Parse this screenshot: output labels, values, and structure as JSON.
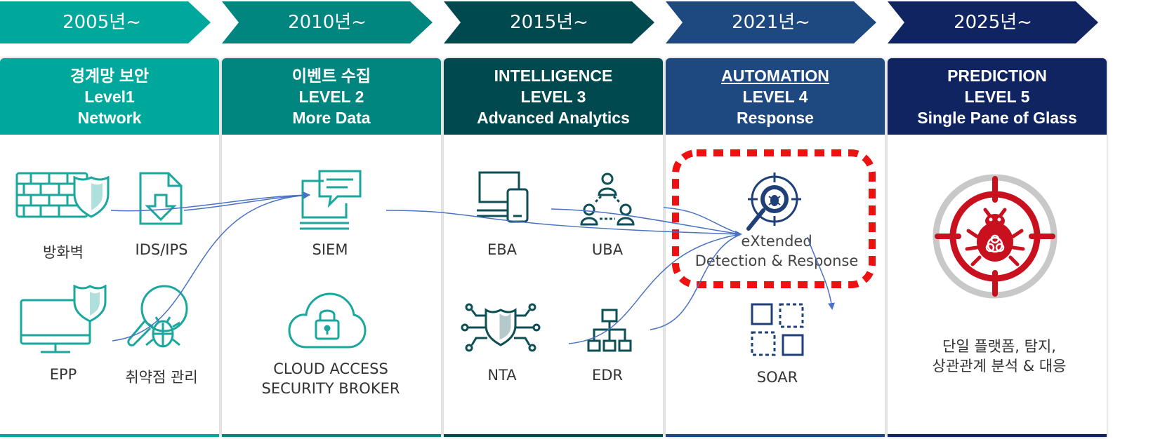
{
  "eras": [
    {
      "label": "2005년~",
      "color": "#00a89c"
    },
    {
      "label": "2010년~",
      "color": "#00857f"
    },
    {
      "label": "2015년~",
      "color": "#00494f"
    },
    {
      "label": "2021년~",
      "color": "#1e4880"
    },
    {
      "label": "2025년~",
      "color": "#0f2460"
    }
  ],
  "columns": [
    {
      "head": [
        "경계망 보안",
        "Level1",
        "Network"
      ],
      "color": "#00a89c"
    },
    {
      "head": [
        "이벤트 수집",
        "LEVEL 2",
        "More Data"
      ],
      "color": "#00857f"
    },
    {
      "head": [
        "INTELLIGENCE",
        "LEVEL 3",
        "Advanced Analytics"
      ],
      "color": "#00494f"
    },
    {
      "head": [
        "AUTOMATION",
        "LEVEL 4",
        "Response"
      ],
      "color": "#1e4880"
    },
    {
      "head": [
        "PREDICTION",
        "LEVEL 5",
        "Single Pane of Glass"
      ],
      "color": "#0f2460"
    }
  ],
  "items": {
    "firewall": "방화벽",
    "ids_ips": "IDS/IPS",
    "epp": "EPP",
    "vuln": "취약점 관리",
    "siem": "SIEM",
    "casb": [
      "CLOUD ACCESS",
      "SECURITY BROKER"
    ],
    "eba": "EBA",
    "uba": "UBA",
    "nta": "NTA",
    "edr": "EDR",
    "xdr": [
      "eXtended",
      "Detection & Response"
    ],
    "soar": "SOAR",
    "prediction": [
      "단일 플랫폼, 탐지,",
      "상관관계 분석   & 대응"
    ]
  },
  "colors": {
    "teal": "#1aa79e",
    "dark_teal": "#0d4f55",
    "navy": "#1e3f78",
    "arrow": "#4a72c4",
    "highlight": "#ee1111",
    "target_red": "#c8101f",
    "ring_gray": "#c8c8c8"
  }
}
